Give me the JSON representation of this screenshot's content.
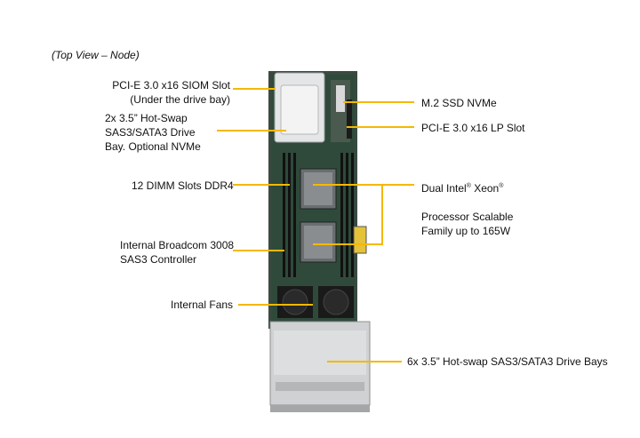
{
  "caption": "(Top View – Node)",
  "labels_left": {
    "siom": "PCI-E 3.0 x16 SIOM Slot\n(Under the drive bay)",
    "drive_bay": "2x 3.5” Hot-Swap\nSAS3/SATA3 Drive\nBay. Optional NVMe",
    "dimm": "12 DIMM Slots DDR4",
    "broadcom": "Internal  Broadcom 3008\nSAS3 Controller",
    "fans": "Internal  Fans"
  },
  "labels_right": {
    "m2": "M.2 SSD NVMe",
    "pcie_lp": "PCI-E  3.0 x16 LP Slot",
    "cpu_line1": "Dual Intel",
    "cpu_reg": "®",
    "cpu_line1b": " Xeon",
    "cpu_reg2": "®",
    "cpu_rest": "Processor Scalable\nFamily up to 165W",
    "drive_bays": "6x 3.5” Hot-swap  SAS3/SATA3 Drive Bays"
  },
  "colors": {
    "callout_line": "#f5b800",
    "board_green": "#2f4a3a",
    "metal": "#c9cbcc"
  }
}
